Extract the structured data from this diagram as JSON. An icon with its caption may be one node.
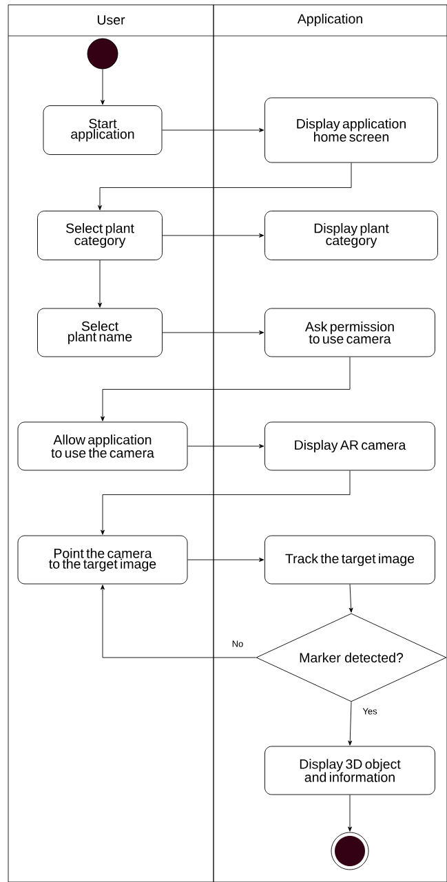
{
  "diagram": {
    "nodes": [
      {
        "text": [
          "User"
        ]
      },
      {
        "text": [
          "Application"
        ]
      },
      {
        "text": [],
        "shape": "circle",
        "in": 0
      },
      {
        "text": [
          "Start application"
        ],
        "in": 0
      },
      {
        "text": [
          "Display application home screen"
        ],
        "in": 1
      },
      {
        "text": [
          "Select plant category"
        ],
        "in": 0
      },
      {
        "text": [
          "Display plant category"
        ],
        "in": 1
      },
      {
        "text": [
          "Select plant name"
        ],
        "in": 0
      },
      {
        "text": [
          "Ask permission to use camera"
        ],
        "in": 1
      },
      {
        "text": [
          "Allow application to use the camera"
        ],
        "in": 0
      },
      {
        "text": [
          "Display AR camera"
        ],
        "in": 1
      },
      {
        "text": [
          "Point the camera to the target image"
        ],
        "in": 0
      },
      {
        "text": [
          "Track the target image"
        ],
        "in": 1
      },
      {
        "text": [
          "Marker detected?"
        ],
        "in": 1
      },
      {
        "text": [
          "Display 3D object and information"
        ],
        "in": 1
      },
      {
        "text": [],
        "shape": "circle",
        "in": 1
      }
    ],
    "edges": [
      {
        "from": 2,
        "to": 3,
        "arrow": "to"
      },
      {
        "from": 3,
        "to": 4,
        "arrow": "to"
      },
      {
        "from": 4,
        "to": 5,
        "arrow": "to"
      },
      {
        "from": 5,
        "to": 6,
        "arrow": "to"
      },
      {
        "from": 5,
        "to": 7,
        "arrow": "to"
      },
      {
        "from": 7,
        "to": 8,
        "arrow": "to"
      },
      {
        "from": 8,
        "to": 9,
        "arrow": "to"
      },
      {
        "from": 9,
        "to": 10,
        "arrow": "to"
      },
      {
        "from": 10,
        "to": 11,
        "arrow": "to"
      },
      {
        "from": 11,
        "to": 12,
        "arrow": "to"
      },
      {
        "from": 12,
        "to": 13,
        "arrow": "to"
      },
      {
        "from": 13,
        "to": 11,
        "arrow": "to",
        "label": "No"
      },
      {
        "from": 13,
        "to": 14,
        "arrow": "to",
        "label": "Yes"
      },
      {
        "from": 14,
        "to": 15,
        "arrow": "to"
      }
    ]
  }
}
